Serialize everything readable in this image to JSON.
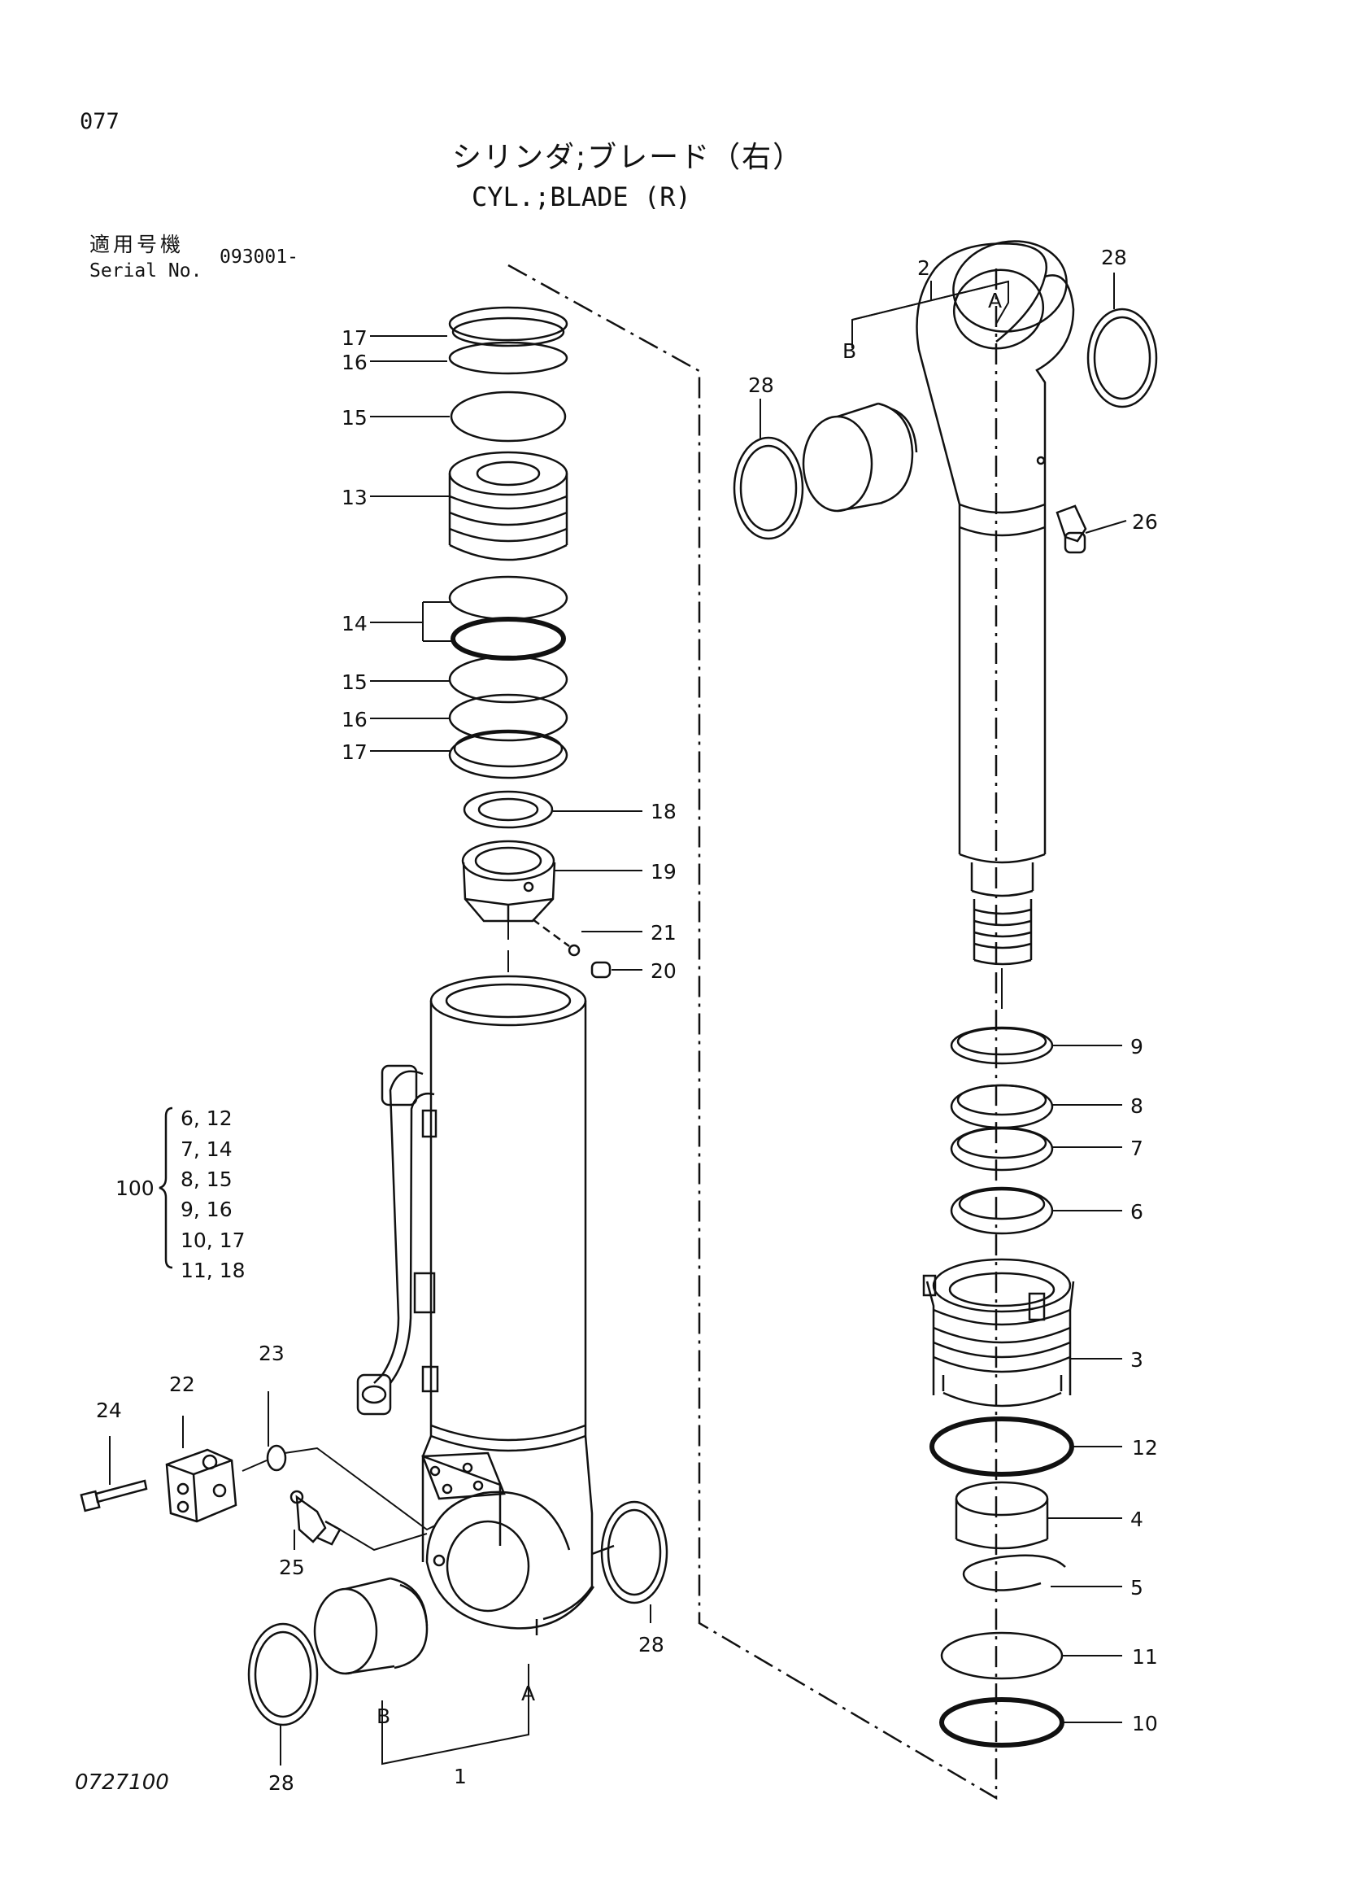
{
  "header": {
    "page_number": "077",
    "title_jp": "シリンダ;ブレード（右）",
    "title_en": "CYL.;BLADE (R)",
    "serial_label_jp": "適用号機",
    "serial_label_en": "Serial No.",
    "serial_value": "093001-"
  },
  "kit": {
    "number": "100",
    "rows": [
      "6, 12",
      "7, 14",
      "8, 15",
      "9, 16",
      "10, 17",
      "11, 18"
    ]
  },
  "callouts": {
    "c1": "1",
    "c2": "2",
    "c3": "3",
    "c4": "4",
    "c5": "5",
    "c6": "6",
    "c7": "7",
    "c8": "8",
    "c9": "9",
    "c10": "10",
    "c11": "11",
    "c12": "12",
    "c13": "13",
    "c14": "14",
    "c15a": "15",
    "c15b": "15",
    "c16a": "16",
    "c16b": "16",
    "c17a": "17",
    "c17b": "17",
    "c18": "18",
    "c19": "19",
    "c20": "20",
    "c21": "21",
    "c22": "22",
    "c23": "23",
    "c24": "24",
    "c25": "25",
    "c26": "26",
    "c28a": "28",
    "c28b": "28",
    "c28c": "28",
    "c28d": "28",
    "A1": "A",
    "B1": "B",
    "A2": "A",
    "B2": "B"
  },
  "footer": {
    "drawing_number": "0727100"
  }
}
